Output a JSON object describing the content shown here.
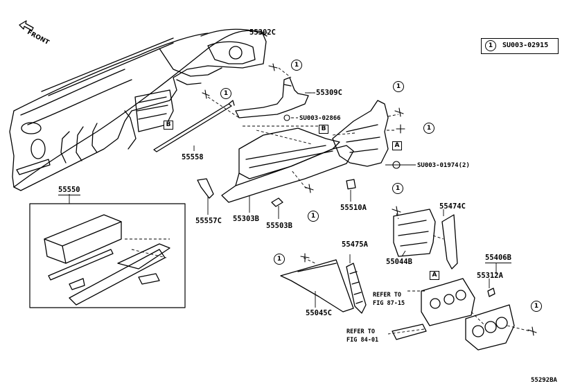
{
  "legend": {
    "symbol": "1",
    "code": "SU003-02915"
  },
  "front_label": "FRONT",
  "diagram_id": "55292BA",
  "part_labels": {
    "p55302C": "55302C",
    "p55309C": "55309C",
    "su02866": "SU003-02866",
    "su01974": "SU003-01974(2)",
    "p55558": "55558",
    "p55550": "55550",
    "p55557C": "55557C",
    "p55303B": "55303B",
    "p55503B": "55503B",
    "p55510A": "55510A",
    "p55474C": "55474C",
    "p55044B": "55044B",
    "p55475A": "55475A",
    "p55406B": "55406B",
    "p55312A": "55312A",
    "p55045C": "55045C"
  },
  "refer_notes": {
    "fig87_line1": "REFER TO",
    "fig87_line2": "FIG 87-15",
    "fig84_line1": "REFER TO",
    "fig84_line2": "FIG 84-01"
  },
  "callouts": {
    "one": "1",
    "a": "A",
    "b": "B"
  }
}
